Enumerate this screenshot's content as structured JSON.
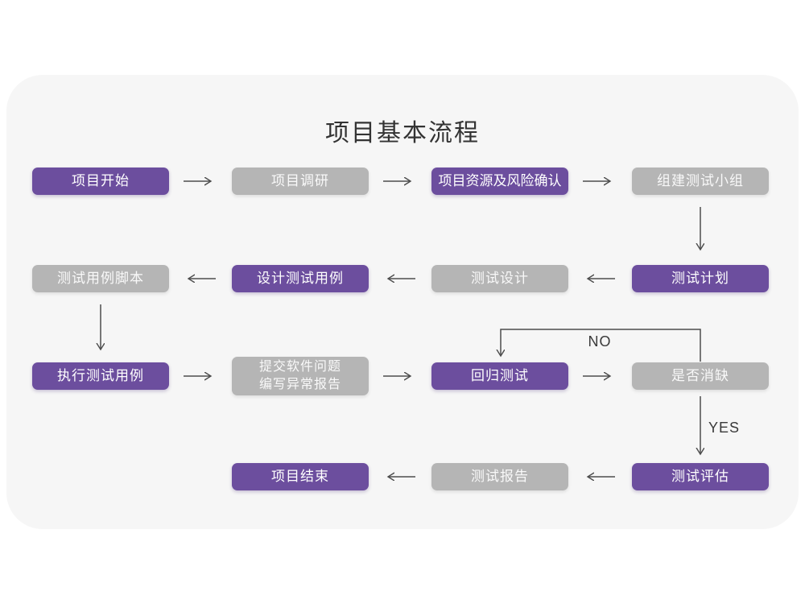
{
  "title": "项目基本流程",
  "branch_labels": {
    "no": "NO",
    "yes": "YES"
  },
  "colors": {
    "purple_box": "#6c4e9e",
    "gray_box": "#b5b5b5",
    "card_background": "#f6f6f6",
    "arrow": "#4d4d4d",
    "title_text": "#333333",
    "box_text": "#ffffff"
  },
  "nodes": [
    {
      "label": "项目开始",
      "type": "purple"
    },
    {
      "label": "项目调研",
      "type": "gray"
    },
    {
      "label": "项目资源及风险确认",
      "type": "purple"
    },
    {
      "label": "组建测试小组",
      "type": "gray"
    },
    {
      "label": "测试计划",
      "type": "purple"
    },
    {
      "label": "测试设计",
      "type": "gray"
    },
    {
      "label": "设计测试用例",
      "type": "purple"
    },
    {
      "label": "测试用例脚本",
      "type": "gray"
    },
    {
      "label": "执行测试用例",
      "type": "purple"
    },
    {
      "label": "提交软件问题\n编写异常报告",
      "type": "gray"
    },
    {
      "label": "回归测试",
      "type": "purple"
    },
    {
      "label": "是否消缺",
      "type": "gray"
    },
    {
      "label": "测试评估",
      "type": "purple"
    },
    {
      "label": "测试报告",
      "type": "gray"
    },
    {
      "label": "项目结束",
      "type": "purple"
    }
  ]
}
